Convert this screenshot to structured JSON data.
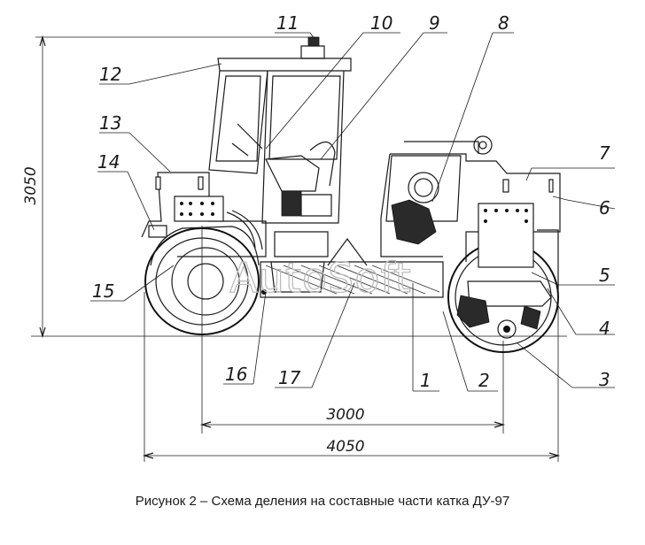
{
  "caption": "Рисунок 2 – Схема деления на составные части катка ДУ-97",
  "watermark": "AutoSoft",
  "dimensions": {
    "height": "3050",
    "wheelbase": "3000",
    "length": "4050"
  },
  "callouts": [
    "1",
    "2",
    "3",
    "4",
    "5",
    "6",
    "7",
    "8",
    "9",
    "10",
    "11",
    "12",
    "13",
    "14",
    "15",
    "16",
    "17"
  ]
}
